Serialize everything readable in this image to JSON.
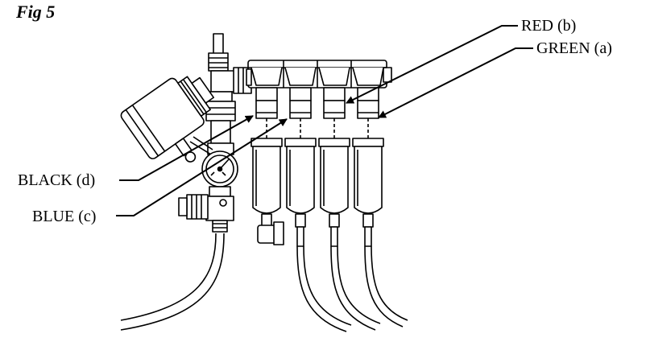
{
  "figure": {
    "title": "Fig 5"
  },
  "callouts": [
    {
      "id": "red",
      "label": "RED (b)"
    },
    {
      "id": "green",
      "label": "GREEN (a)"
    },
    {
      "id": "black",
      "label": "BLACK (d)"
    },
    {
      "id": "blue",
      "label": "BLUE (c)"
    }
  ]
}
